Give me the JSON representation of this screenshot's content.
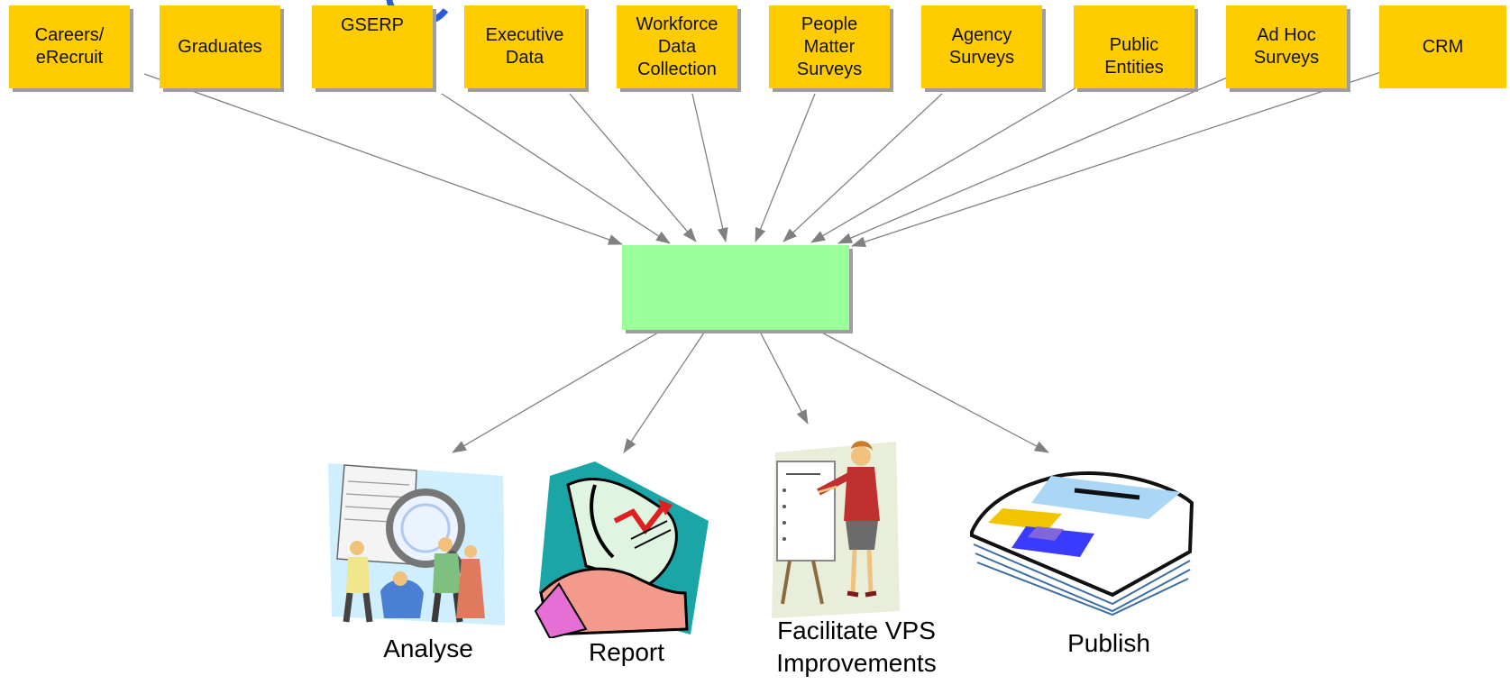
{
  "sources": [
    {
      "label": "Careers/\neRecruit"
    },
    {
      "label": "Graduates"
    },
    {
      "label": "GSERP"
    },
    {
      "label": "Executive\nData"
    },
    {
      "label": "Workforce\nData\nCollection"
    },
    {
      "label": "People\nMatter\nSurveys"
    },
    {
      "label": "Agency\nSurveys"
    },
    {
      "label": "Public\nEntities"
    },
    {
      "label": "Ad Hoc\nSurveys"
    },
    {
      "label": "CRM"
    }
  ],
  "outputs": [
    {
      "label": "Analyse",
      "icon": "analysis-clipart-icon"
    },
    {
      "label": "Report",
      "icon": "report-clipart-icon"
    },
    {
      "label": "Facilitate VPS\nImprovements",
      "icon": "presentation-clipart-icon"
    },
    {
      "label": "Publish",
      "icon": "newspaper-clipart-icon"
    }
  ],
  "colors": {
    "source_fill": "#ffcc00",
    "hub_fill": "#99ff99",
    "shadow": "#9e9e9e",
    "arrow": "#808080"
  }
}
